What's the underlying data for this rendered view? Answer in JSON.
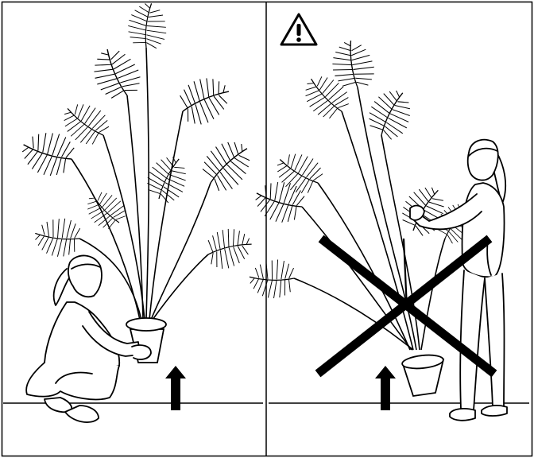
{
  "panels": [
    {
      "id": "correct",
      "icon": "up-arrow-icon",
      "subject": "crouching-person-lifting-pot"
    },
    {
      "id": "incorrect",
      "icon": "warning-triangle-icon",
      "subject": "standing-person-lifting-by-fronds",
      "mark": "cross-out-icon"
    }
  ],
  "colors": {
    "ink": "#000000",
    "paper": "#ffffff"
  }
}
